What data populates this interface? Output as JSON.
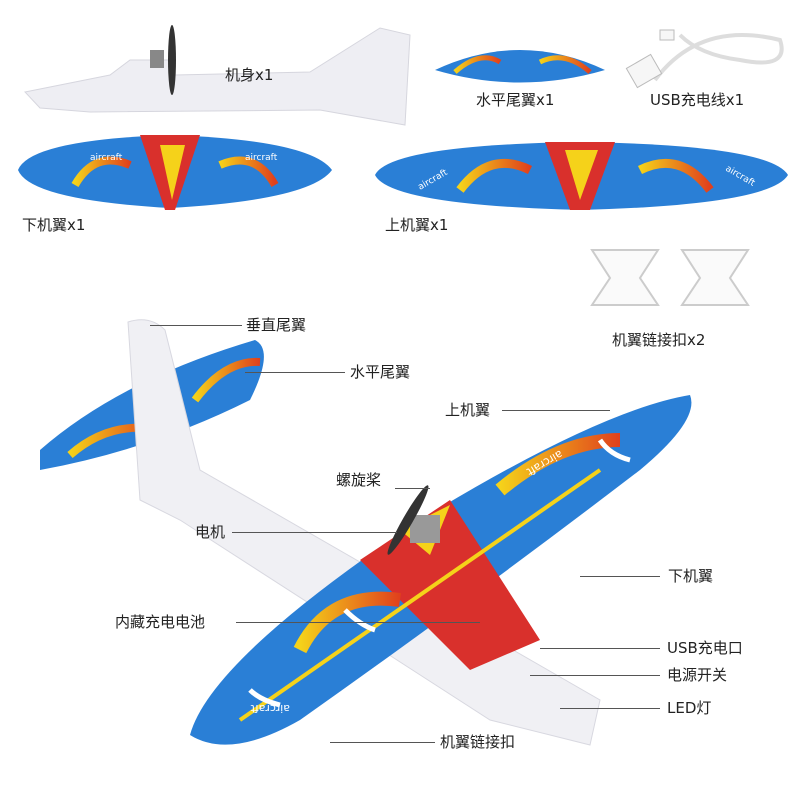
{
  "parts": {
    "fuselage": "机身x1",
    "horizontal_tail": "水平尾翼x1",
    "usb_cable": "USB充电线x1",
    "lower_wing": "下机翼x1",
    "upper_wing": "上机翼x1",
    "wing_clips": "机翼链接扣x2"
  },
  "wing_text": "aircraft",
  "callouts": {
    "vertical_tail": "垂直尾翼",
    "horizontal_tail": "水平尾翼",
    "upper_wing": "上机翼",
    "propeller": "螺旋桨",
    "motor": "电机",
    "lower_wing": "下机翼",
    "battery": "内藏充电电池",
    "usb_port": "USB充电口",
    "power_switch": "电源开关",
    "led": "LED灯",
    "wing_clip": "机翼链接扣"
  },
  "colors": {
    "blue": "#2a7fd6",
    "red": "#d9302c",
    "yellow": "#f5d21a",
    "flame": "#f08a1c",
    "foam": "#f2f2f6"
  }
}
